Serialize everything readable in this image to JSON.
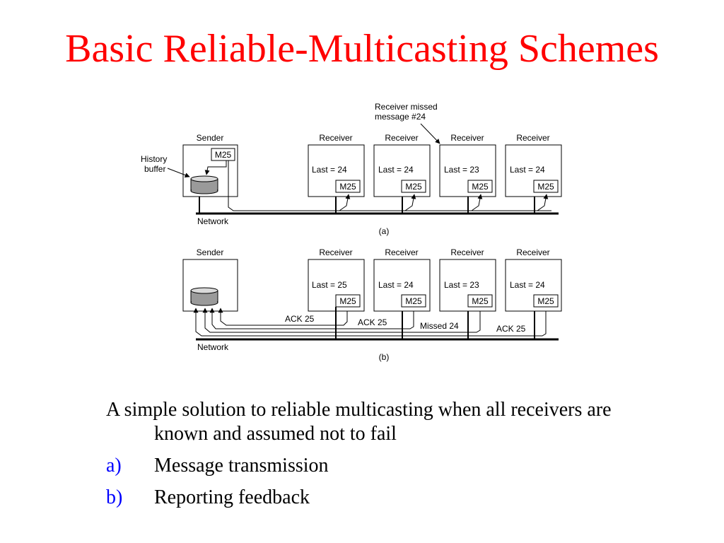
{
  "slide": {
    "title": "Basic Reliable-Multicasting Schemes",
    "intro": "A simple solution to reliable multicasting when all receivers are known and assumed not to fail",
    "bullets": [
      {
        "marker": "a)",
        "text": "Message transmission"
      },
      {
        "marker": "b)",
        "text": "Reporting feedback"
      }
    ],
    "marker_color": "#0000ff",
    "title_color": "#ff0000"
  },
  "diagram": {
    "sender_label": "Sender",
    "receiver_label": "Receiver",
    "network_label": "Network",
    "message_label": "M25",
    "history_buffer_label_1": "History",
    "history_buffer_label_2": "buffer",
    "missed_note_1": "Receiver missed",
    "missed_note_2": "message #24",
    "panel_a": {
      "caption": "(a)",
      "receivers": [
        "Last = 24",
        "Last = 24",
        "Last = 23",
        "Last = 24"
      ]
    },
    "panel_b": {
      "caption": "(b)",
      "receivers": [
        "Last = 25",
        "Last = 24",
        "Last = 23",
        "Last = 24"
      ],
      "feedback": [
        "ACK 25",
        "ACK 25",
        "Missed 24",
        "ACK 25"
      ]
    }
  }
}
